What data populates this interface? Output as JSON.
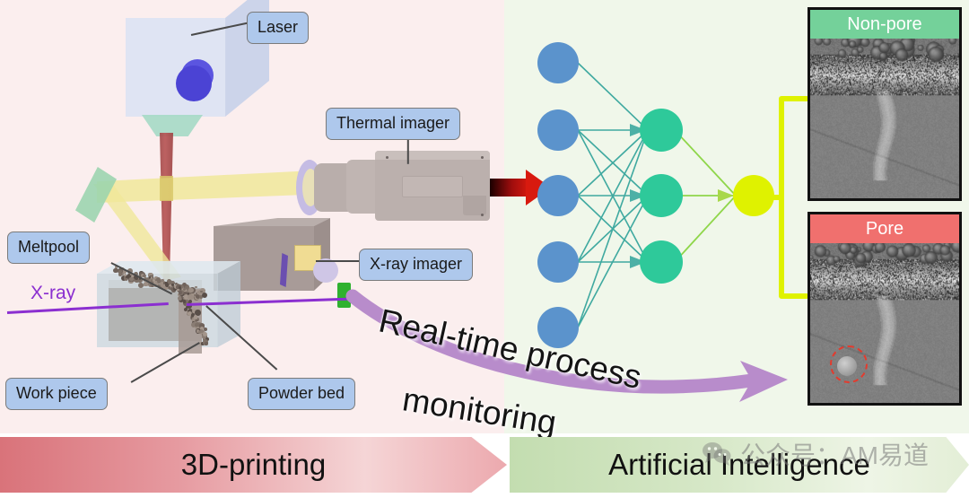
{
  "figure": {
    "left_stage_label": "3D-printing",
    "right_stage_label": "Artificial Intelligence",
    "flow_label_line1": "Real-time process",
    "flow_label_line2": "monitoring",
    "background_left_color": "#fbeeee",
    "background_right_color": "#f0f7ea"
  },
  "callouts": [
    {
      "id": "laser",
      "label": "Laser"
    },
    {
      "id": "thermal_imager",
      "label": "Thermal imager"
    },
    {
      "id": "meltpool",
      "label": "Meltpool"
    },
    {
      "id": "xray_imager",
      "label": "X-ray imager"
    },
    {
      "id": "work_piece",
      "label": "Work piece"
    },
    {
      "id": "powder_bed",
      "label": "Powder bed"
    }
  ],
  "inline_labels": [
    {
      "id": "xray_beam",
      "label": "X-ray",
      "color": "#8b2fd0"
    }
  ],
  "neural_network": {
    "input_layer_nodes": 5,
    "hidden_layer_nodes": 3,
    "output_layer_nodes": 1,
    "input_color": "#5b93cc",
    "hidden_color": "#2ec99a",
    "output_color": "#dff200",
    "edge_color": "#3fa9a0"
  },
  "results": [
    {
      "id": "non-pore",
      "title": "Non-pore",
      "header_color": "#74d19a",
      "has_defect_marker": false
    },
    {
      "id": "pore",
      "title": "Pore",
      "header_color": "#f0706e",
      "has_defect_marker": true,
      "marker_color": "#e33b2e"
    }
  ],
  "accents": {
    "label_box_fill": "#aec8ec",
    "label_box_border": "#7b7b7b",
    "data_arrow": "#d81a0f",
    "monitoring_arrow": "#b88ccb",
    "bracket": "#dff200",
    "laser_beam": "#b75555",
    "ir_beam": "#f0e79a"
  },
  "watermark": {
    "text": "公众号：AM易道",
    "icon": "wechat-icon"
  }
}
